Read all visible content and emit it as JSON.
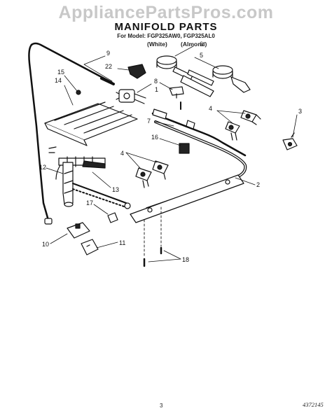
{
  "watermark": "AppliancePartsPros.com",
  "title": "MANIFOLD PARTS",
  "model_line": "For Model: FGP325AW0, FGP325AL0",
  "variants": [
    "(White)",
    "(Almond)"
  ],
  "callouts": [
    "1",
    "2",
    "3",
    "4",
    "4",
    "5",
    "6",
    "7",
    "8",
    "9",
    "10",
    "11",
    "12",
    "13",
    "14",
    "15",
    "16",
    "17",
    "18",
    "22"
  ],
  "page_number": "3",
  "document_code": "4372145"
}
